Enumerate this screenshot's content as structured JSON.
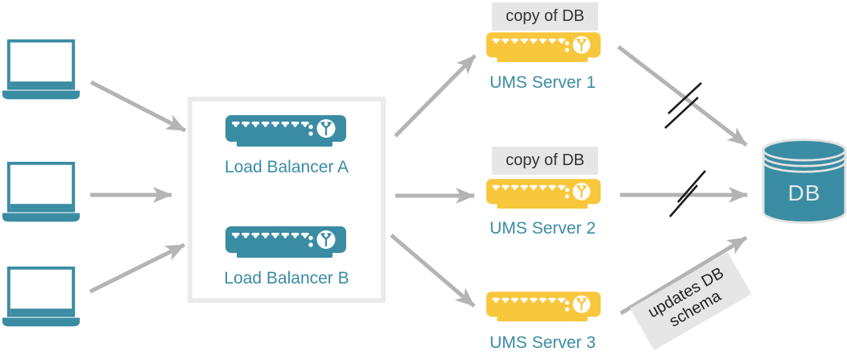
{
  "load_balancer_group": {
    "items": [
      {
        "label": "Load Balancer A"
      },
      {
        "label": "Load Balancer B"
      }
    ]
  },
  "ums_servers": {
    "items": [
      {
        "label": "UMS Server 1",
        "badge": "copy of DB"
      },
      {
        "label": "UMS Server 2",
        "badge": "copy of DB"
      },
      {
        "label": "UMS Server 3",
        "badge": ""
      }
    ],
    "annotation": "updates DB schema"
  },
  "database": {
    "label": "DB"
  },
  "icons": {
    "client": "laptop-icon",
    "load_balancer": "rack-server-branch-icon",
    "ums_server": "rack-server-branch-icon",
    "database": "cylinder-database-icon",
    "broken_link": "double-slash-marks"
  },
  "colors": {
    "teal": "#3A8CA3",
    "yellow": "#F9C73C",
    "arrow": "#B4B4B4",
    "box-border": "#EBEBEB",
    "badge-bg": "#E6E6E6",
    "badge-text": "#333333",
    "slash": "#1C1C1C",
    "db-text": "#E4E8EA"
  }
}
